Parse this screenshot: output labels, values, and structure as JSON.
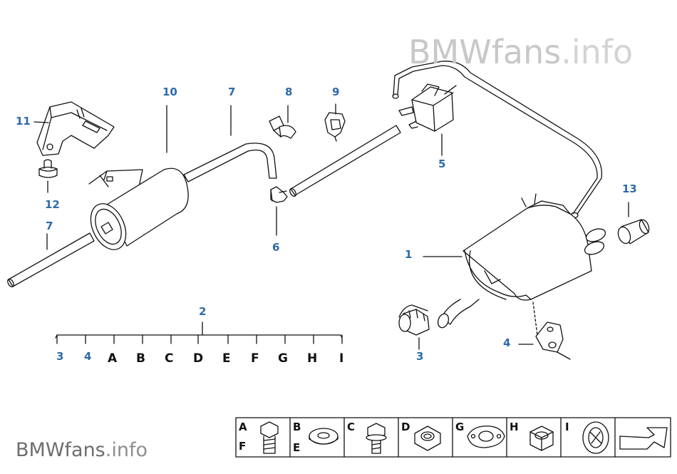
{
  "watermark": {
    "top_brand": "BMWfans",
    "top_suffix": ".info",
    "bottom_brand": "BMWfans",
    "bottom_suffix": ".info"
  },
  "callouts": {
    "c1": "1",
    "c2": "2",
    "c3a": "3",
    "c3b": "3",
    "c4a": "4",
    "c4b": "4",
    "c5": "5",
    "c6": "6",
    "c7a": "7",
    "c7b": "7",
    "c8": "8",
    "c9": "9",
    "c10": "10",
    "c11": "11",
    "c12": "12",
    "c13": "13"
  },
  "ruler_letters": [
    "A",
    "B",
    "C",
    "D",
    "E",
    "F",
    "G",
    "H",
    "I"
  ],
  "legend": {
    "cell1_top": "A",
    "cell1_bottom": "F",
    "cell2_top": "B",
    "cell2_bottom": "E",
    "cell3": "C",
    "cell4": "D",
    "cell5": "G",
    "cell6": "H",
    "cell7": "I"
  },
  "colors": {
    "callout": "#2e6aa8",
    "line": "#111111",
    "watermark": "#c8c8c8"
  }
}
